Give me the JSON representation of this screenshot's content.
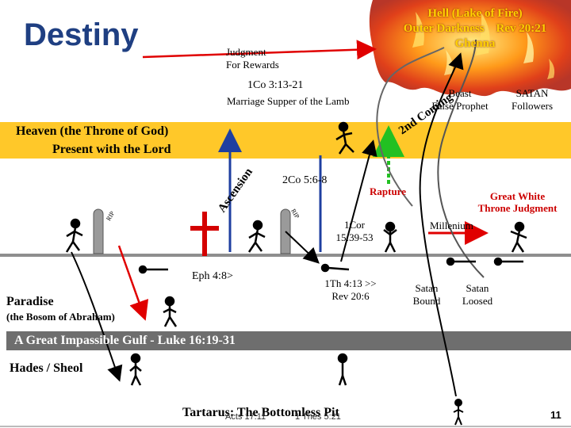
{
  "title": "Destiny",
  "hell": {
    "line1": "Hell (Lake of Fire)",
    "line2": "Outer Darkness    Rev 20:21",
    "line3": "Ghenna"
  },
  "judgment": {
    "line1": "Judgment",
    "line2": "For Rewards"
  },
  "cor_ref": "1Co 3:13-21",
  "marriage": "Marriage Supper of the Lamb",
  "beast": {
    "line1": "Beast",
    "line2": "False Prophet"
  },
  "satan": {
    "line1": "SATAN",
    "line2": "Followers"
  },
  "heaven": {
    "line1": "Heaven (the Throne of God)",
    "line2": "Present with the Lord"
  },
  "second_coming": "2nd Coming",
  "ascension": "Ascension",
  "co_ref": "2Co 5:6-8",
  "rapture": "Rapture",
  "great_white": {
    "line1": "Great White",
    "line2": "Throne Judgment"
  },
  "rip": "RIP",
  "cor15": {
    "line1": "1Cor",
    "line2": "15:39-53"
  },
  "millenium": "Millenium",
  "eph": "Eph 4:8>",
  "th": {
    "line1": "1Th 4:13 >>",
    "line2": "Rev 20:6"
  },
  "satan_bound": {
    "line1": "Satan",
    "line2": "Bound"
  },
  "satan_loosed": {
    "line1": "Satan",
    "line2": "Loosed"
  },
  "paradise": "Paradise",
  "bosom": "(the Bosom of Abraham)",
  "gulf": "A Great Impassible Gulf  - Luke 16:19-31",
  "hades": "Hades / Sheol",
  "tartarus": "Tartarus: The Bottomless Pit",
  "acts": "Acts 17:11",
  "thes": "1 Thes 5:21",
  "page_number": "11",
  "colors": {
    "title": "#1f3f82",
    "heaven_band": "#ffc829",
    "hell_text": "#ffd200",
    "gulf_bar": "#6e6e6e",
    "arrow_red": "#e00000",
    "arrow_blue": "#1f3fa0",
    "arrow_green": "#22c022",
    "rapture_text": "#cc0000"
  }
}
